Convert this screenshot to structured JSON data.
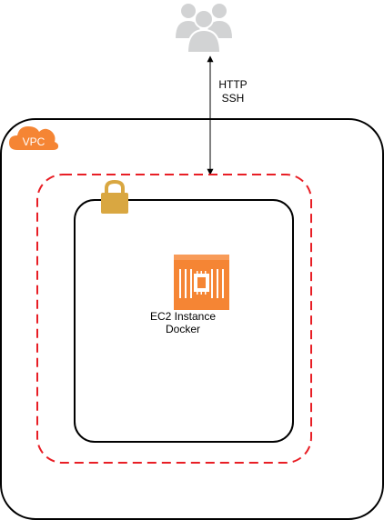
{
  "users": {
    "icon": "users-group-icon"
  },
  "connection": {
    "protocol_1": "HTTP",
    "protocol_2": "SSH"
  },
  "vpc": {
    "badge_label": "VPC",
    "icon": "vpc-cloud-icon"
  },
  "security_group": {
    "icon": "padlock-icon"
  },
  "instance": {
    "icon": "ec2-instance-icon",
    "label_line_1": "EC2 Instance",
    "label_line_2": "Docker"
  },
  "colors": {
    "aws_orange": "#f58534",
    "security_group_red": "#e81e25",
    "lock_gold": "#d9a741",
    "user_gray": "#d2d3d4"
  }
}
